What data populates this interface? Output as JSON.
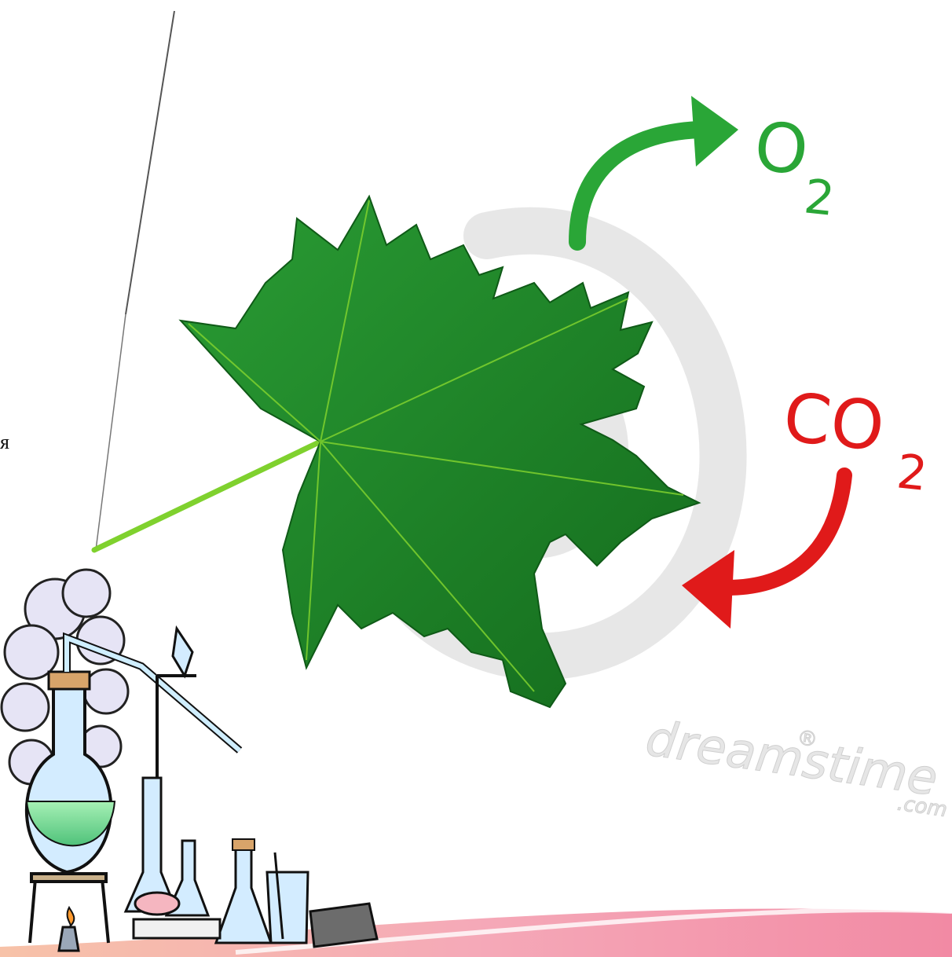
{
  "left_text": "я",
  "labels": {
    "oxygen_main": "O",
    "oxygen_sub": "2",
    "carbon_dioxide_main": "CO",
    "carbon_dioxide_sub": "2"
  },
  "watermark": {
    "text": "dreamstime",
    "suffix": ".com",
    "registered": "®"
  },
  "colors": {
    "leaf": "#1f8a2a",
    "oxygen_arrow": "#2aa637",
    "co2_arrow": "#e01a1a",
    "bottom_band": "#f2a7b4"
  },
  "icons": [
    "maple-leaf",
    "oxygen-arrow",
    "co2-arrow",
    "laboratory-apparatus",
    "watermark-swirl"
  ]
}
